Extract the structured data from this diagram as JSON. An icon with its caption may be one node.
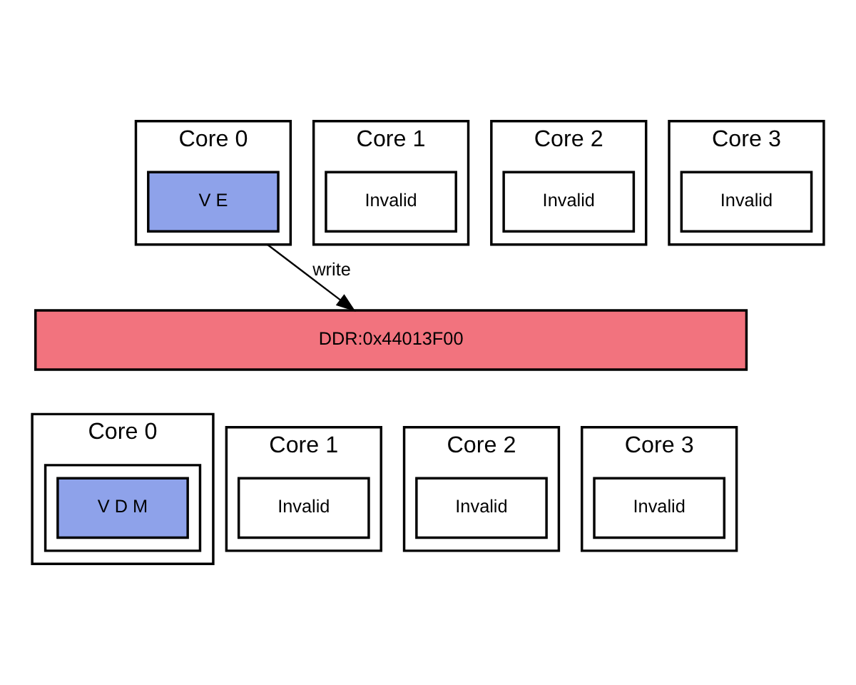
{
  "diagram": {
    "nodes": [
      {
        "text": [
          "Core 0"
        ]
      },
      {
        "text": [
          "V E"
        ],
        "in": 0
      },
      {
        "text": [
          "Core 1"
        ]
      },
      {
        "text": [
          "Invalid"
        ],
        "in": 2
      },
      {
        "text": [
          "Core 2"
        ]
      },
      {
        "text": [
          "Invalid"
        ],
        "in": 4
      },
      {
        "text": [
          "Core 3"
        ]
      },
      {
        "text": [
          "Invalid"
        ],
        "in": 6
      },
      {
        "text": [
          "DDR:0x44013F00"
        ]
      },
      {
        "text": [
          "Core 0"
        ]
      },
      {
        "text": [],
        "shape": "box",
        "in": 9
      },
      {
        "text": [
          "V D M"
        ],
        "in": 10
      },
      {
        "text": [
          "Core 1"
        ]
      },
      {
        "text": [
          "Invalid"
        ],
        "in": 12
      },
      {
        "text": [
          "Core 2"
        ]
      },
      {
        "text": [
          "Invalid"
        ],
        "in": 14
      },
      {
        "text": [
          "Core 3"
        ]
      },
      {
        "text": [
          "Invalid"
        ],
        "in": 16
      }
    ],
    "edges": [
      {
        "from": 0,
        "to": 8,
        "label": "write",
        "arrow": "to"
      }
    ]
  }
}
